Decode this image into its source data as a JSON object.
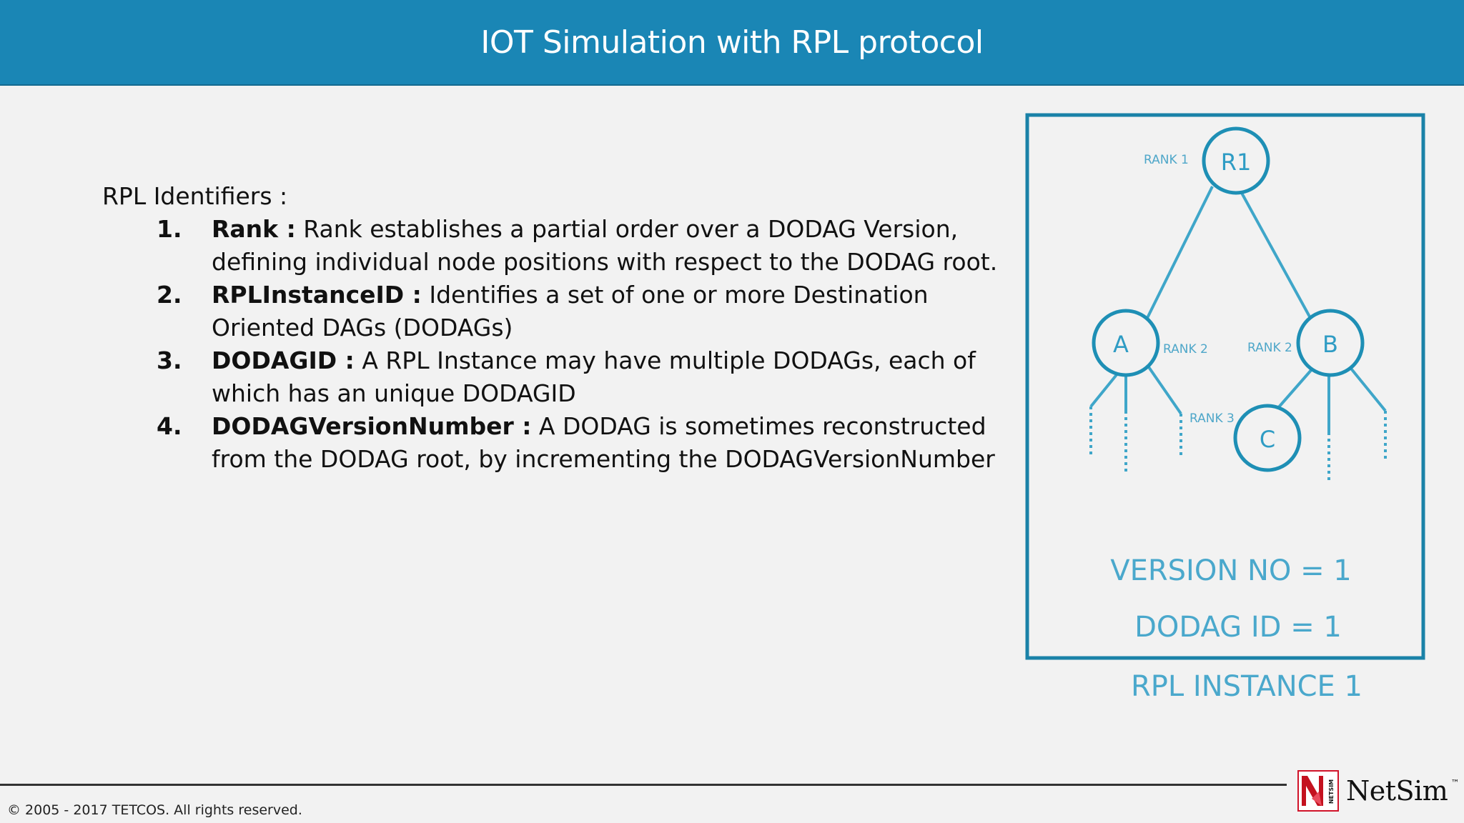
{
  "header": {
    "title": "IOT Simulation with RPL protocol"
  },
  "content": {
    "intro": "RPL Identifiers :",
    "items": [
      {
        "num": "1.",
        "term": "Rank :",
        "text": " Rank establishes a partial order over a DODAG Version, defining individual node positions with respect to the DODAG root."
      },
      {
        "num": "2.",
        "term": "RPLInstanceID :",
        "text": " Identifies a set of one or more Destination Oriented DAGs (DODAGs)"
      },
      {
        "num": "3.",
        "term": "DODAGID :",
        "text": " A RPL Instance may have multiple DODAGs, each of which has an unique DODAGID"
      },
      {
        "num": "4.",
        "term": "DODAGVersionNumber :",
        "text": " A DODAG is sometimes reconstructed from the DODAG root, by incrementing the DODAGVersionNumber"
      }
    ]
  },
  "diagram": {
    "nodes": {
      "r1": "R1",
      "a": "A",
      "b": "B",
      "c": "C"
    },
    "rank_labels": {
      "r1": "RANK 1",
      "a": "RANK 2",
      "b": "RANK 2",
      "c": "RANK 3"
    },
    "version_text": "VERSION NO = 1",
    "dodag_id_text": "DODAG ID = 1",
    "instance_text": "RPL INSTANCE 1",
    "colors": {
      "accent": "#1e8fb5",
      "frame": "#1a82a8",
      "label": "#3fa6c9"
    }
  },
  "footer": {
    "copyright": "© 2005 - 2017 TETCOS. All rights reserved.",
    "logo_word": "NetSim",
    "logo_tm": "™",
    "logo_mark_side_text": "NETSIM"
  }
}
